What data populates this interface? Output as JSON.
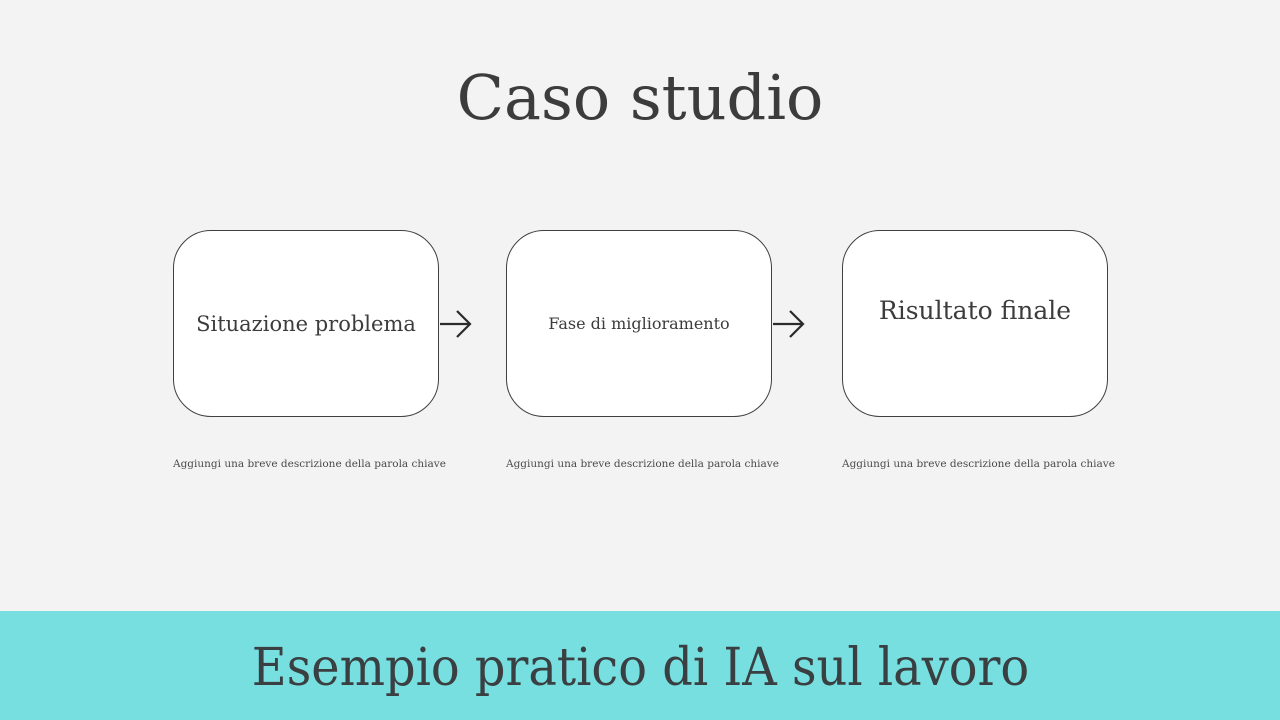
{
  "slide": {
    "title": "Caso studio",
    "footer_text": "Esempio pratico di IA sul lavoro",
    "colors": {
      "background": "#f3f3f3",
      "footer_band": "#78dfe0",
      "box_fill": "#ffffff",
      "box_border": "#404040",
      "text": "#3c3c3c"
    }
  },
  "flow": {
    "steps": [
      {
        "label": "Situazione problema",
        "description": "Aggiungi una breve descrizione della parola chiave"
      },
      {
        "label": "Fase di miglioramento",
        "description": "Aggiungi una breve descrizione della parola chiave"
      },
      {
        "label": "Risultato finale",
        "description": "Aggiungi una breve descrizione della parola chiave"
      }
    ],
    "connectors": [
      "arrow-right-icon",
      "arrow-right-icon"
    ]
  }
}
